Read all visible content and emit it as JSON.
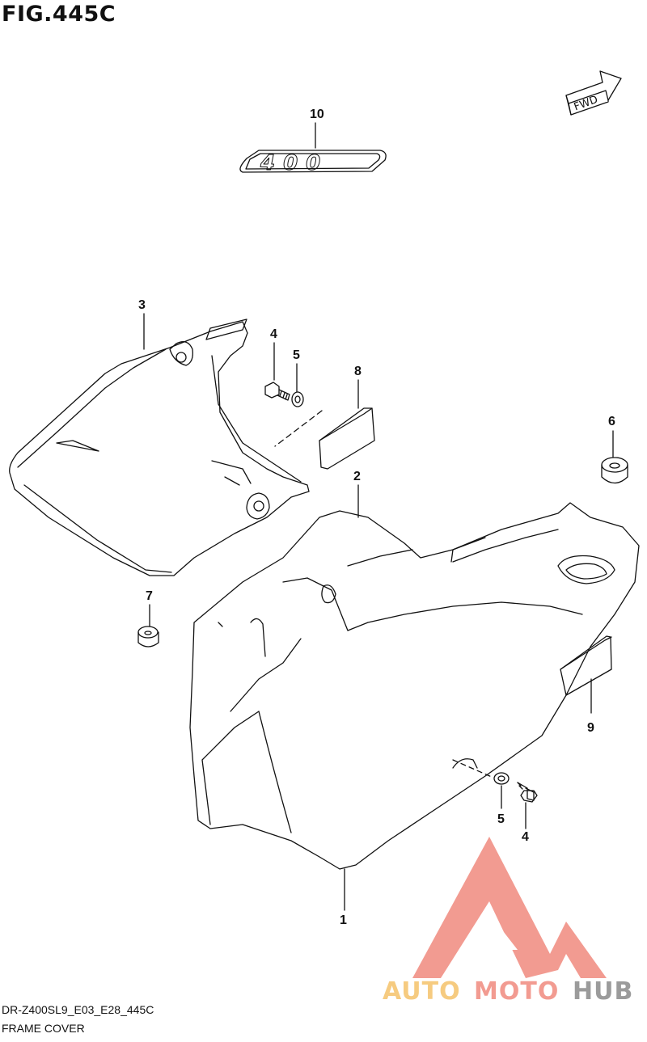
{
  "figure": {
    "title": "FIG.445C"
  },
  "footer": {
    "model_code": "DR-Z400SL9_E03_E28_445C",
    "section_name": "FRAME COVER"
  },
  "fwd_label": "FWD",
  "emblem_text": "400",
  "callouts": {
    "part_1": "1",
    "part_2": "2",
    "part_3": "3",
    "part_4_top": "4",
    "part_5_top": "5",
    "part_6": "6",
    "part_7": "7",
    "part_8": "8",
    "part_9": "9",
    "part_10": "10",
    "part_5_bottom": "5",
    "part_4_bottom": "4"
  },
  "watermark": {
    "part1": "AUTO",
    "part2": "MOTO",
    "part3": "HUB",
    "colors": {
      "auto": "#f5c26b",
      "moto": "#f08a7e",
      "hub": "#8a8a8a",
      "logo": "#f08a7e"
    }
  }
}
